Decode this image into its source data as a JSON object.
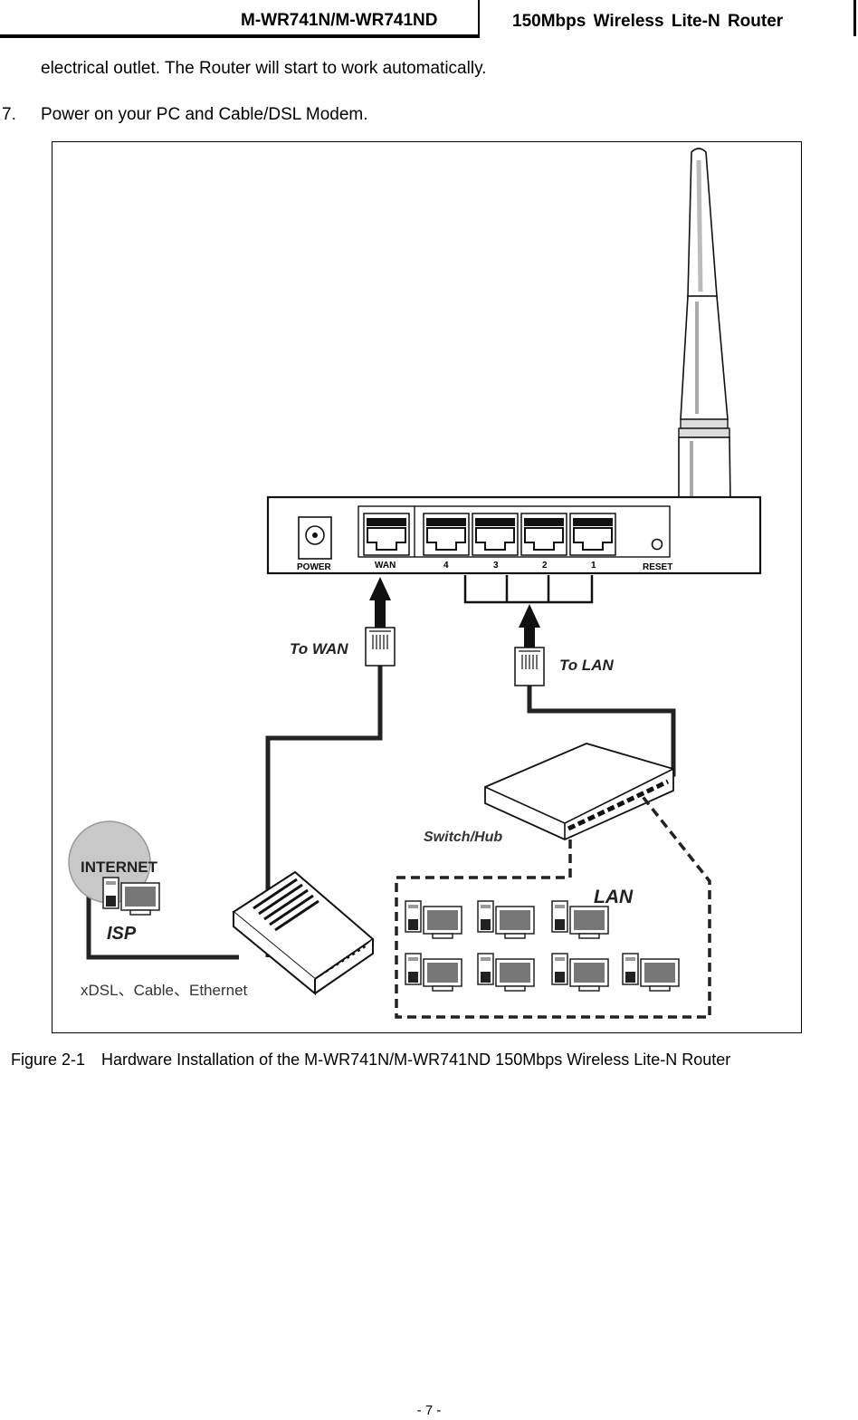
{
  "header": {
    "model": "M-WR741N/M-WR741ND",
    "product": "150Mbps  Wireless  Lite-N  Router"
  },
  "body": {
    "continuation": "electrical outlet. The Router will start to work automatically.",
    "step_number": "7.",
    "step_text": "Power on your PC and Cable/DSL Modem."
  },
  "figure": {
    "port_labels": [
      "POWER",
      "WAN",
      "4",
      "3",
      "2",
      "1",
      "RESET"
    ],
    "to_wan": "To WAN",
    "to_lan": "To LAN",
    "switch_hub": "Switch/Hub",
    "lan": "LAN",
    "internet": "INTERNET",
    "isp": "ISP",
    "connection_types": "xDSL、Cable、Ethernet"
  },
  "caption": {
    "number": "Figure 2-1",
    "text": "Hardware Installation of the M-WR741N/M-WR741ND 150Mbps Wireless Lite-N Router"
  },
  "footer": {
    "page": "- 7 -"
  }
}
